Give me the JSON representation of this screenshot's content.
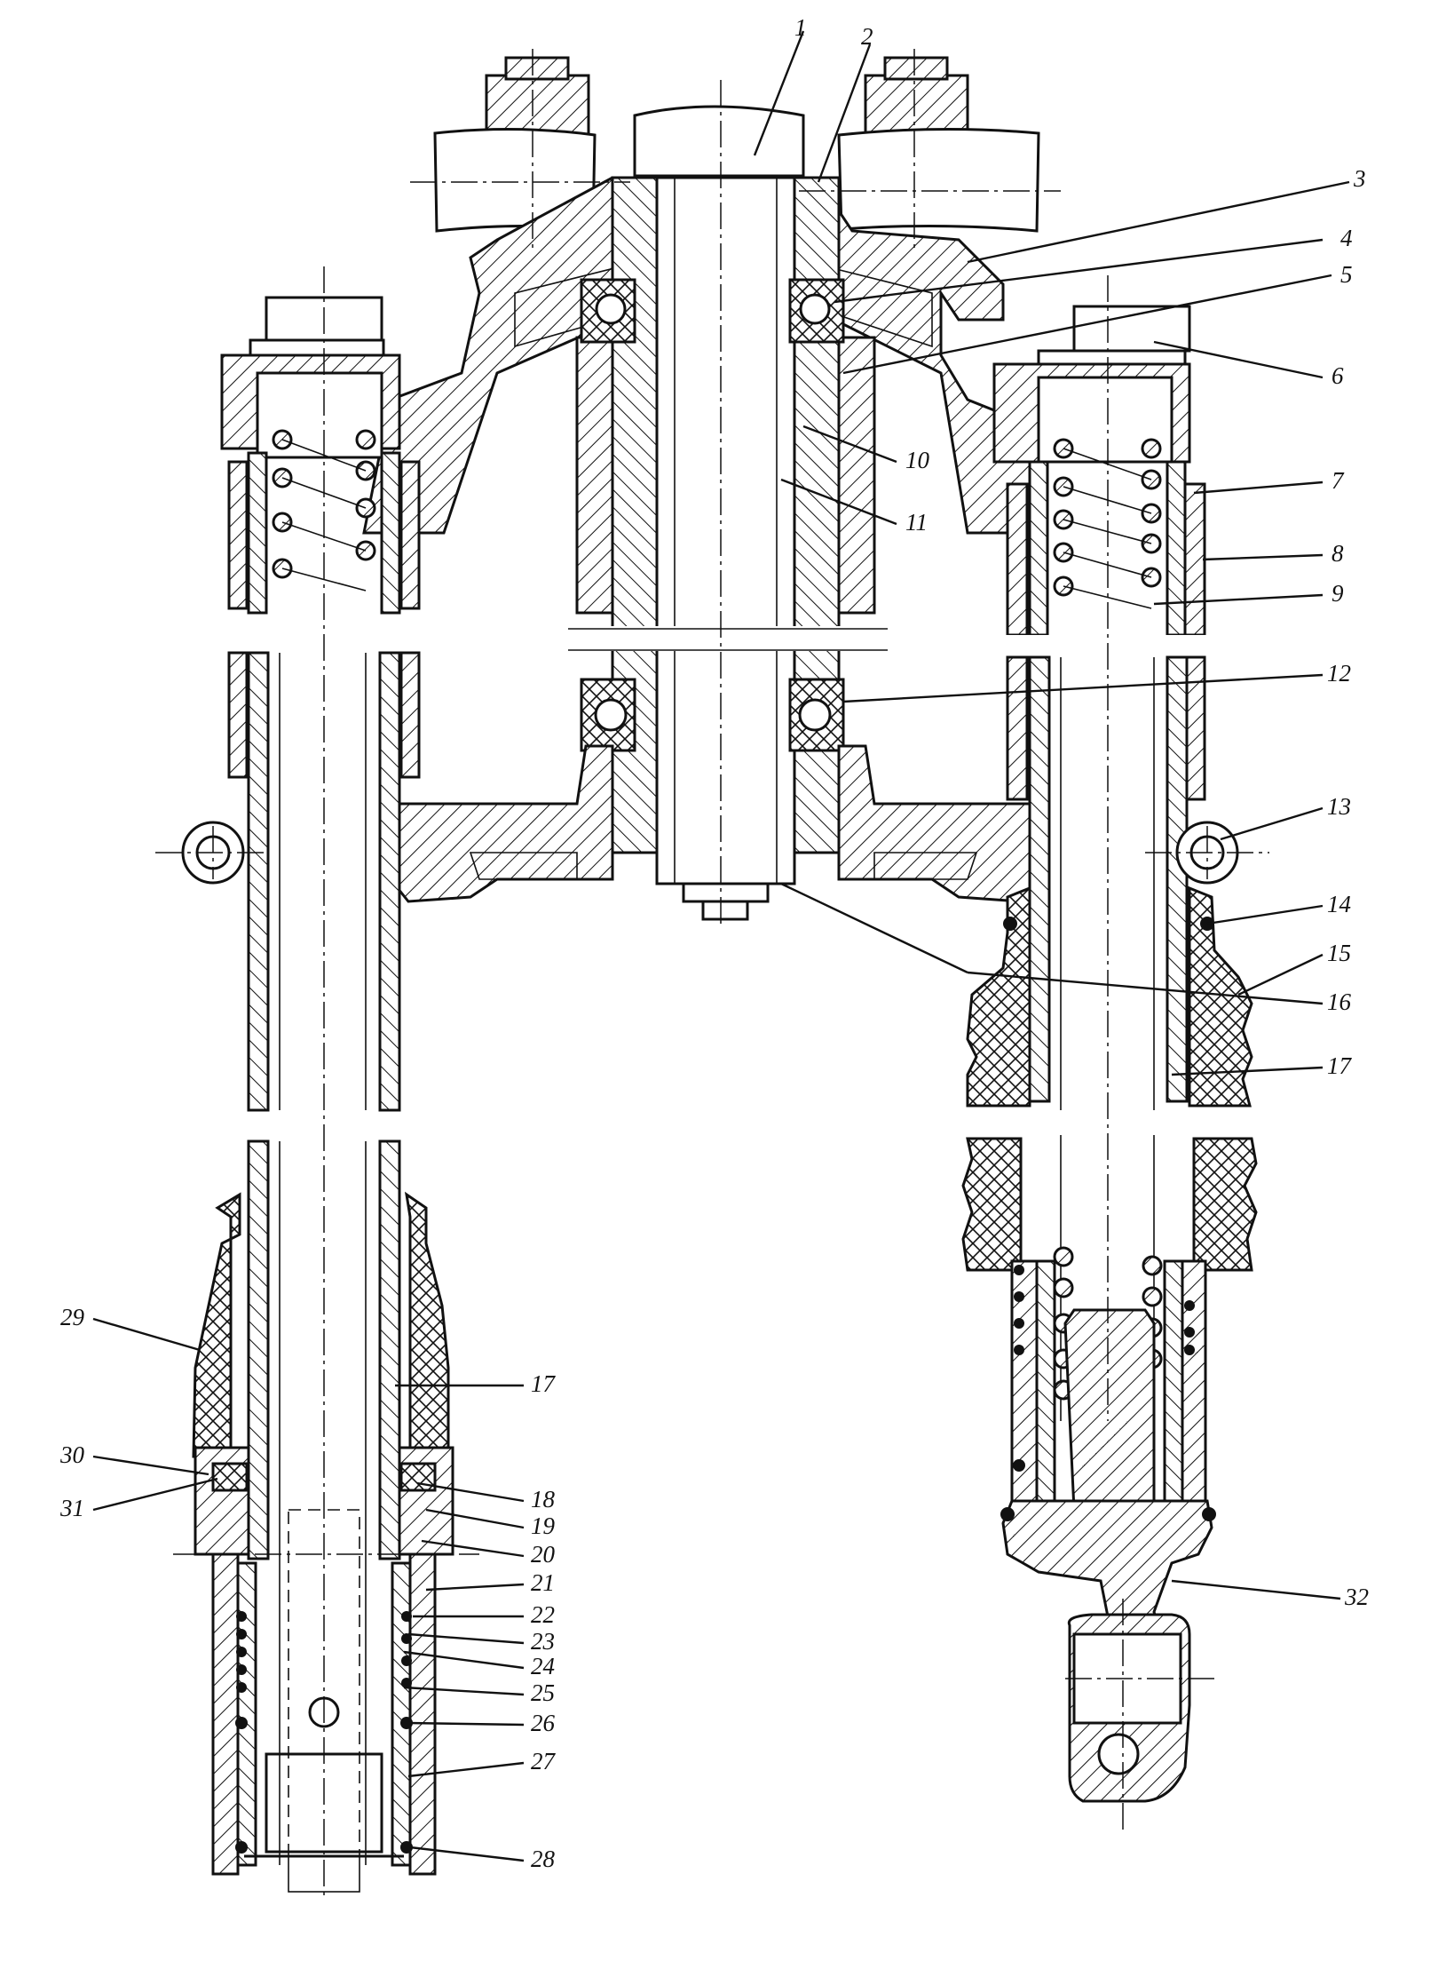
{
  "labels": [
    {
      "id": "1",
      "text": "1"
    },
    {
      "id": "2",
      "text": "2"
    },
    {
      "id": "3",
      "text": "3"
    },
    {
      "id": "4",
      "text": "4"
    },
    {
      "id": "5",
      "text": "5"
    },
    {
      "id": "6",
      "text": "6"
    },
    {
      "id": "7",
      "text": "7"
    },
    {
      "id": "8",
      "text": "8"
    },
    {
      "id": "9",
      "text": "9"
    },
    {
      "id": "10",
      "text": "10"
    },
    {
      "id": "11",
      "text": "11"
    },
    {
      "id": "12",
      "text": "12"
    },
    {
      "id": "13",
      "text": "13"
    },
    {
      "id": "14",
      "text": "14"
    },
    {
      "id": "15",
      "text": "15"
    },
    {
      "id": "16",
      "text": "16"
    },
    {
      "id": "17a",
      "text": "17"
    },
    {
      "id": "17b",
      "text": "17"
    },
    {
      "id": "18",
      "text": "18"
    },
    {
      "id": "19",
      "text": "19"
    },
    {
      "id": "20",
      "text": "20"
    },
    {
      "id": "21",
      "text": "21"
    },
    {
      "id": "22",
      "text": "22"
    },
    {
      "id": "23",
      "text": "23"
    },
    {
      "id": "24",
      "text": "24"
    },
    {
      "id": "25",
      "text": "25"
    },
    {
      "id": "26",
      "text": "26"
    },
    {
      "id": "27",
      "text": "27"
    },
    {
      "id": "28",
      "text": "28"
    },
    {
      "id": "29",
      "text": "29"
    },
    {
      "id": "30",
      "text": "30"
    },
    {
      "id": "31",
      "text": "31"
    },
    {
      "id": "32",
      "text": "32"
    }
  ],
  "colors": {
    "ink": "#111111",
    "paper": "#ffffff"
  }
}
